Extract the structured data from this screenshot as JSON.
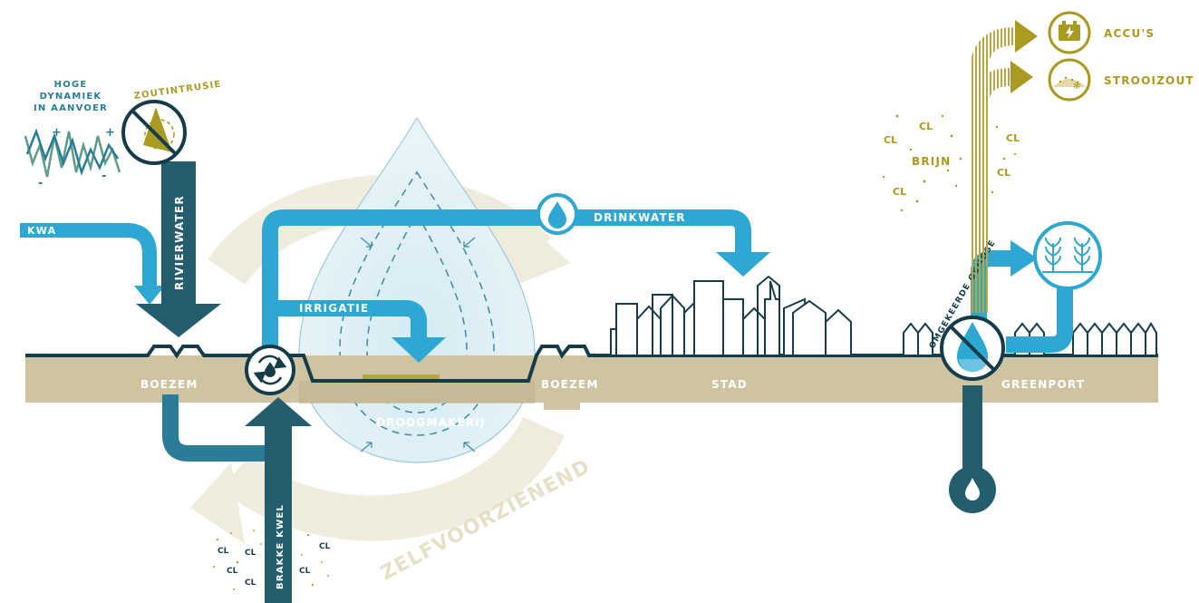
{
  "labels": {
    "hoge_dynamiek": [
      "HOGE",
      "DYNAMIEK",
      "IN AANVOER"
    ],
    "zoutintrusie": "ZOUTINTRUSIE",
    "kwa": "KWA",
    "rivierwater": "RIVIERWATER",
    "drinkwater": "DRINKWATER",
    "irrigatie": "IRRIGATIE",
    "boezem_left": "BOEZEM",
    "boezem_right": "BOEZEM",
    "droogmakerij": "DROOGMAKERIJ",
    "stad": "STAD",
    "greenport": "GREENPORT",
    "omgekeerde_osmose": "OMGEKEERDE OSMOSE",
    "brakke_kwel": "BRAKKE KWEL",
    "zelfvoorzienend": "ZELFVOORZIENEND",
    "brijn": "BRIJN",
    "accus": "ACCU'S",
    "strooizout": "STROOIZOUT",
    "cl": "CL",
    "plus": "+",
    "minus": "-"
  },
  "colors": {
    "light_blue": "#2ea8d2",
    "dark_teal": "#245d6e",
    "sand": "#cfc4a2",
    "sand_light": "#e8e2cd",
    "olive": "#a99a22",
    "navy": "#163c4a",
    "white": "#ffffff"
  },
  "icons": [
    "battery-icon",
    "salt-spreader-icon",
    "crop-icon",
    "water-drop-icon",
    "pump-cycle-icon",
    "no-salt-icon",
    "no-osmosis-icon"
  ]
}
